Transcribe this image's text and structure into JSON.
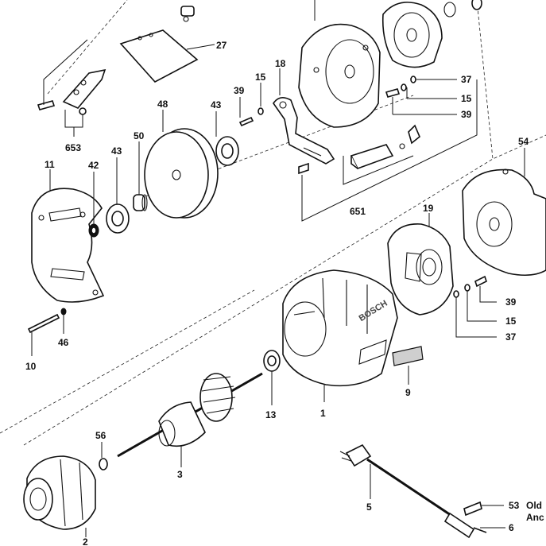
{
  "labels": {
    "27": "27",
    "18": "18",
    "15": "15",
    "39": "39",
    "43": "43",
    "48": "48",
    "50": "50",
    "653": "653",
    "11": "11",
    "42": "42",
    "651": "651",
    "37": "37",
    "54": "54",
    "19": "19",
    "46": "46",
    "10": "10",
    "9": "9",
    "13": "13",
    "1": "1",
    "3": "3",
    "56": "56",
    "2": "2",
    "5": "5",
    "53": "53",
    "6": "6"
  },
  "labels_repeat": {
    "15b": "15",
    "39b": "39",
    "37b": "37",
    "43b": "43",
    "15c": "15",
    "39c": "39"
  },
  "note": {
    "line1": "Old",
    "line2": "Anc"
  },
  "brand": {
    "housing_text": "BOSCH"
  }
}
